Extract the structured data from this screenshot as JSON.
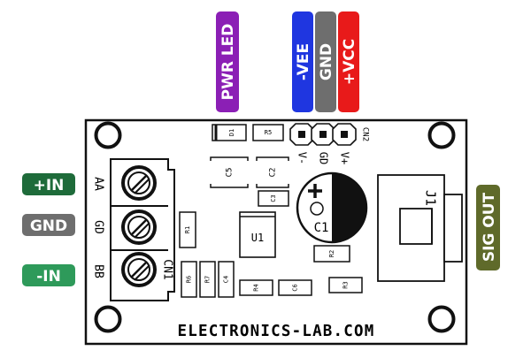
{
  "tags": {
    "pwr_led": {
      "label": "PWR LED",
      "color": "#8b1fb5"
    },
    "vee": {
      "label": "-VEE",
      "color": "#1f36e0"
    },
    "gnd_top": {
      "label": "GND",
      "color": "#6e6e6e"
    },
    "vcc": {
      "label": "+VCC",
      "color": "#e81a1a"
    },
    "in_plus": {
      "label": "+IN",
      "color": "#1e6b3a"
    },
    "gnd_left": {
      "label": "GND",
      "color": "#6e6e6e"
    },
    "in_minus": {
      "label": "-IN",
      "color": "#2e9a5a"
    },
    "sig_out": {
      "label": "SIG OUT",
      "color": "#5f6a2a"
    }
  },
  "board": {
    "site": "ELECTRONICS-LAB.COM",
    "parts": {
      "d1": "D1",
      "r5": "R5",
      "cn2": "CN2",
      "pin_vm": "V-",
      "pin_gd": "GD",
      "pin_vp": "V+",
      "c5": "C5",
      "c2": "C2",
      "c3": "C3",
      "c1": "C1",
      "u1": "U1",
      "r1": "R1",
      "r2": "R2",
      "r6": "R6",
      "r7": "R7",
      "c4": "C4",
      "r4": "R4",
      "c6": "C6",
      "r3": "R3",
      "j1": "J1",
      "cn1": "CN1",
      "aa": "AA",
      "gd": "GD",
      "bb": "BB"
    }
  }
}
